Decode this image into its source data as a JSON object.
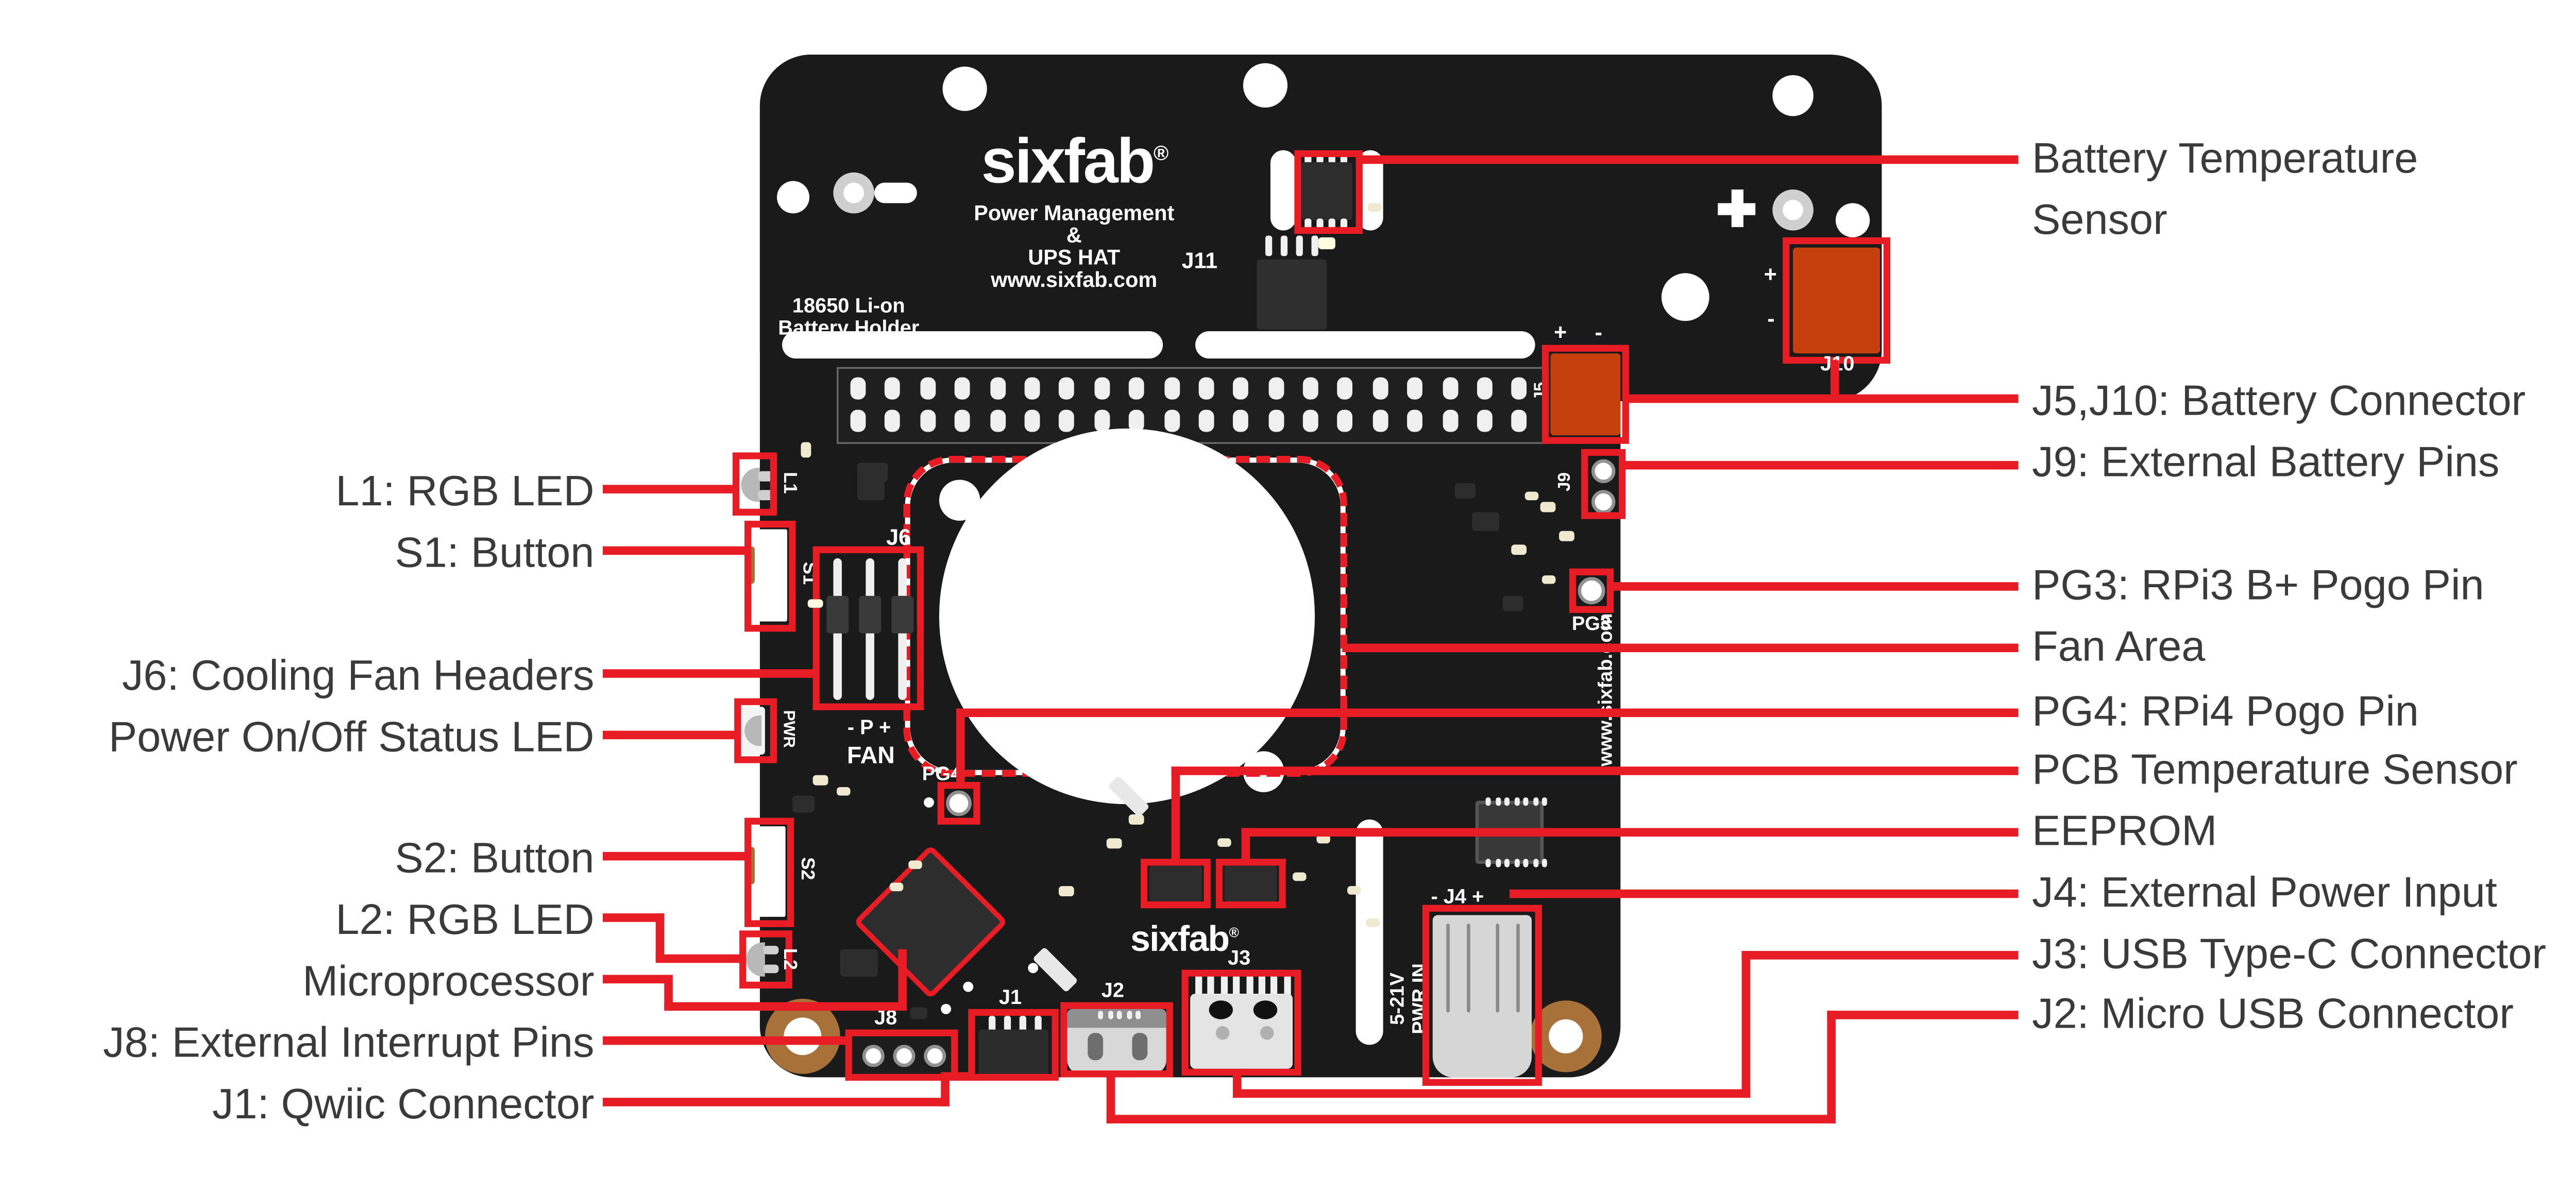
{
  "colors": {
    "red": "#e81c25",
    "board": "#1a1a1a",
    "orange": "#c6400e",
    "copper": "#a9713a",
    "label": "#3a3a3a",
    "cream": "#efe9cf",
    "dark": "#2d2d2d",
    "pin": "#f0f0f0"
  },
  "board": {
    "logo": "sixfab",
    "reg": "®",
    "title": "Power Management\n&\nUPS HAT\nwww.sixfab.com",
    "holder_note": "18650 Li-on\nBattery Holder",
    "side_url": "www.sixfab.com",
    "bottom_logo": "sixfab",
    "pwr_in": "5-21V\nPWR IN",
    "fan_label": "FAN",
    "fan_pins": "-   P   +",
    "j4_marks": "-  J4  +",
    "plus": "+",
    "minus": "-",
    "refs": {
      "j11": "J11",
      "j5": "J5",
      "j10": "J10",
      "j9": "J9",
      "pg3": "PG3",
      "pg4": "PG4",
      "j6": "J6",
      "j8": "J8",
      "j1": "J1",
      "j2": "J2",
      "j3": "J3",
      "s1": "S1",
      "s2": "S2",
      "l1": "L1",
      "l2": "L2",
      "pwr": "PWR"
    }
  },
  "labels": {
    "left": [
      {
        "text": "L1: RGB LED"
      },
      {
        "text": "S1: Button"
      },
      {
        "text": "J6: Cooling Fan Headers"
      },
      {
        "text": "Power On/Off Status LED"
      },
      {
        "text": "S2: Button"
      },
      {
        "text": "L2: RGB LED"
      },
      {
        "text": "Microprocessor"
      },
      {
        "text": "J8: External Interrupt Pins"
      },
      {
        "text": "J1: Qwiic Connector"
      }
    ],
    "right": [
      {
        "text": "Battery Temperature\nSensor"
      },
      {
        "text": "J5,J10: Battery Connector"
      },
      {
        "text": "J9: External Battery Pins"
      },
      {
        "text": "PG3: RPi3 B+ Pogo Pin"
      },
      {
        "text": "Fan Area"
      },
      {
        "text": "PG4: RPi4 Pogo Pin"
      },
      {
        "text": "PCB Temperature Sensor"
      },
      {
        "text": "EEPROM"
      },
      {
        "text": "J4: External Power Input"
      },
      {
        "text": "J3: USB Type-C Connector"
      },
      {
        "text": "J2: Micro USB Connector"
      }
    ]
  }
}
